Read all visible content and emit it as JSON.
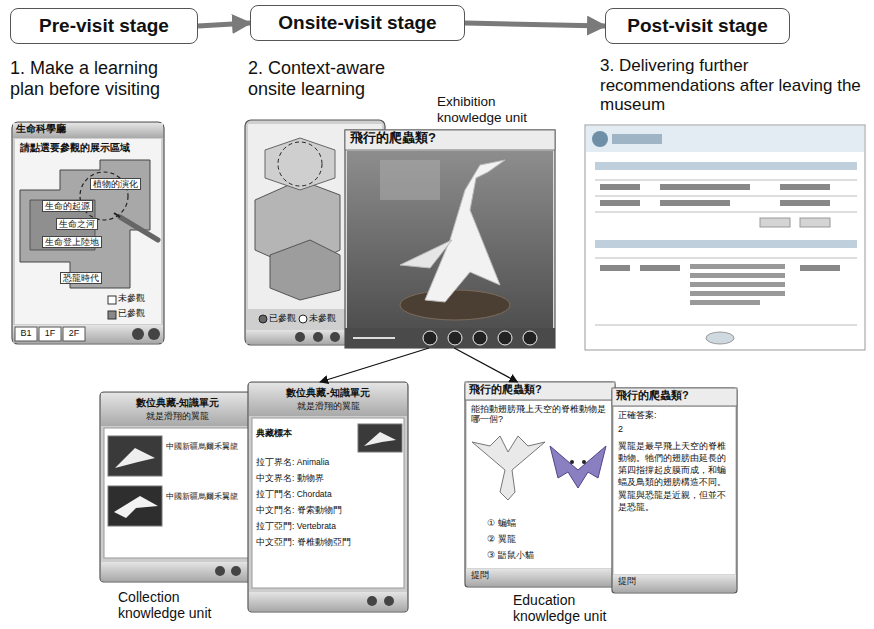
{
  "diagram": {
    "nodes": [
      {
        "text": [
          "Pre-visit stage"
        ]
      },
      {
        "text": [
          "Onsite-visit stage"
        ]
      },
      {
        "text": [
          "Post-visit stage"
        ]
      },
      {
        "text": [
          "生命科學廳",
          "請點選要參觀的展示區域",
          "植物的演化",
          "生命的起源",
          "生命之河",
          "生命登上陸地",
          "恐龍時代",
          "未參觀",
          "已參觀",
          "B1",
          "1F",
          "2F"
        ]
      },
      {
        "text": [
          "已參觀",
          "未參觀"
        ]
      },
      {
        "text": [
          "Exhibition knowledge unit",
          "飛行的爬蟲類?"
        ]
      },
      {
        "text": [
          "Collection knowledge unit",
          "數位典藏-知識單元",
          "就是滑翔的翼龍",
          "中國新疆烏爾禾翼龍",
          "中國新疆烏爾禾翼龍"
        ]
      },
      {
        "text": [
          "數位典藏-知識單元",
          "就是滑翔的翼龍",
          "典藏標本",
          "拉丁界名: Animalia",
          "中文界名: 動物界",
          "拉丁門名: Chordata",
          "中文門名: 脊索動物門",
          "拉丁亞門: Vertebrata",
          "中文亞門: 脊椎動物亞門"
        ]
      },
      {
        "text": [
          "Education knowledge unit",
          "飛行的爬蟲類?",
          "能拍動翅膀飛上天空的脊椎動物是哪一個?",
          "① 蝙蝠",
          "② 翼龍",
          "③ 鼯鼠小貓",
          "提問"
        ]
      },
      {
        "text": [
          "飛行的爬蟲類?",
          "正確答案:",
          "2",
          "翼龍是最早飛上天空的脊椎動物。牠們的翅膀由延長的第四指撐起皮膜而成，和蝙蝠及鳥類的翅膀構造不同。翼龍與恐龍是近親，但並不是恐龍。",
          "提問"
        ]
      }
    ],
    "edges": [
      {
        "from": 0,
        "to": 1,
        "arrow": "to"
      },
      {
        "from": 1,
        "to": 2,
        "arrow": "to"
      },
      {
        "from": 5,
        "to": 7,
        "arrow": "to"
      },
      {
        "from": 5,
        "to": 8,
        "arrow": "to"
      }
    ],
    "labels": [
      "1. Make a learning plan before visiting",
      "2. Context-aware onsite learning",
      "3. Delivering further recommendations after leaving the museum"
    ]
  }
}
